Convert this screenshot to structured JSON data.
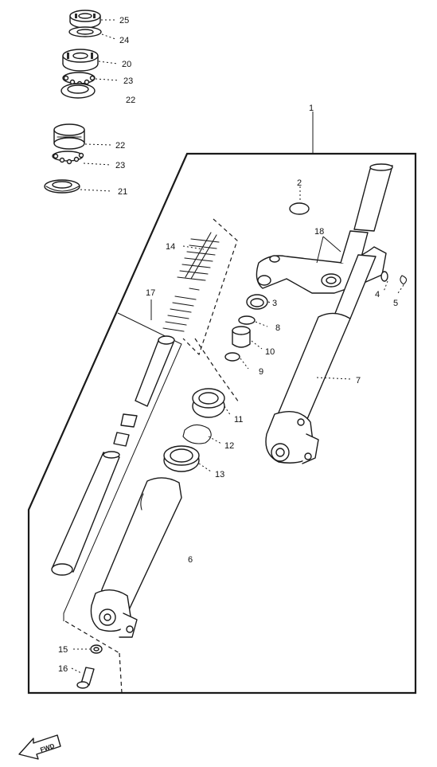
{
  "callouts": {
    "c1": "1",
    "c2": "2",
    "c3": "3",
    "c4": "4",
    "c5": "5",
    "c6": "6",
    "c7": "7",
    "c8": "8",
    "c9": "9",
    "c10": "10",
    "c11": "11",
    "c12": "12",
    "c13": "13",
    "c14": "14",
    "c15": "15",
    "c16": "16",
    "c17": "17",
    "c18": "18",
    "c20": "20",
    "c21": "21",
    "c22a": "22",
    "c22b": "22",
    "c23a": "23",
    "c23b": "23",
    "c24": "24",
    "c25": "25"
  },
  "direction_arrow": {
    "label": "FWD"
  },
  "colors": {
    "ink": "#1a1a1a",
    "paper": "#ffffff"
  }
}
